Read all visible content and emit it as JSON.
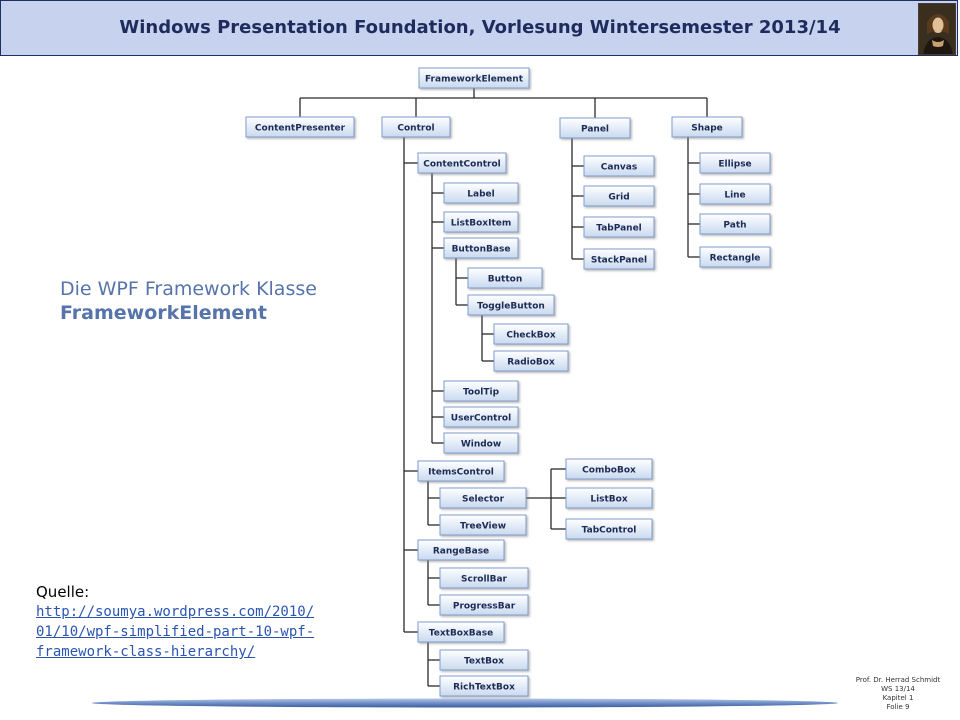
{
  "header": {
    "title": "Windows Presentation Foundation, Vorlesung Wintersemester 2013/14",
    "portrait_icon": "portrait-image"
  },
  "slide": {
    "heading_line1": "Die WPF Framework Klasse",
    "heading_line2": "FrameworkElement",
    "source_label": "Quelle:",
    "source_link_lines": [
      "http://soumya.wordpress.com/2010/",
      "01/10/wpf-simplified-part-10-wpf-",
      "framework-class-hierarchy/"
    ]
  },
  "footer": {
    "author": "Prof. Dr. Herrad Schmidt",
    "semester": "WS 13/14",
    "chapter": "Kapitel 1",
    "slide": "Folie 9"
  },
  "diagram": {
    "root": "FrameworkElement",
    "level1": [
      "ContentPresenter",
      "Control",
      "Panel",
      "Shape"
    ],
    "control_children": [
      "ContentControl",
      "ItemsControl",
      "RangeBase",
      "TextBoxBase"
    ],
    "contentcontrol_children": [
      "Label",
      "ListBoxItem",
      "ButtonBase",
      "ToolTip",
      "UserControl",
      "Window"
    ],
    "buttonbase_children": [
      "Button",
      "ToggleButton"
    ],
    "togglebutton_children": [
      "CheckBox",
      "RadioBox"
    ],
    "itemscontrol_children": [
      "Selector",
      "TreeView"
    ],
    "selector_children": [
      "ComboBox",
      "ListBox",
      "TabControl"
    ],
    "rangebase_children": [
      "ScrollBar",
      "ProgressBar"
    ],
    "textboxbase_children": [
      "TextBox",
      "RichTextBox"
    ],
    "panel_children": [
      "Canvas",
      "Grid",
      "TabPanel",
      "StackPanel"
    ],
    "shape_children": [
      "Ellipse",
      "Line",
      "Path",
      "Rectangle"
    ]
  }
}
